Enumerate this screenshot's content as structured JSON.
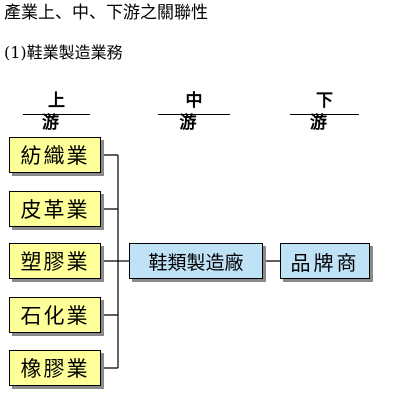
{
  "title": "產業上、中、下游之關聯性",
  "subtitle": "(1)鞋業製造業務",
  "columns": {
    "upstream": "上 游",
    "midstream": "中 游",
    "downstream": "下 游"
  },
  "upstream_items": [
    "紡織業",
    "皮革業",
    "塑膠業",
    "石化業",
    "橡膠業"
  ],
  "midstream_item": "鞋類製造廠",
  "downstream_item": "品牌商",
  "colors": {
    "upstream_box": "#ffff99",
    "mid_down_box": "#bfe2f6",
    "shadow": "#8a8a8a"
  }
}
